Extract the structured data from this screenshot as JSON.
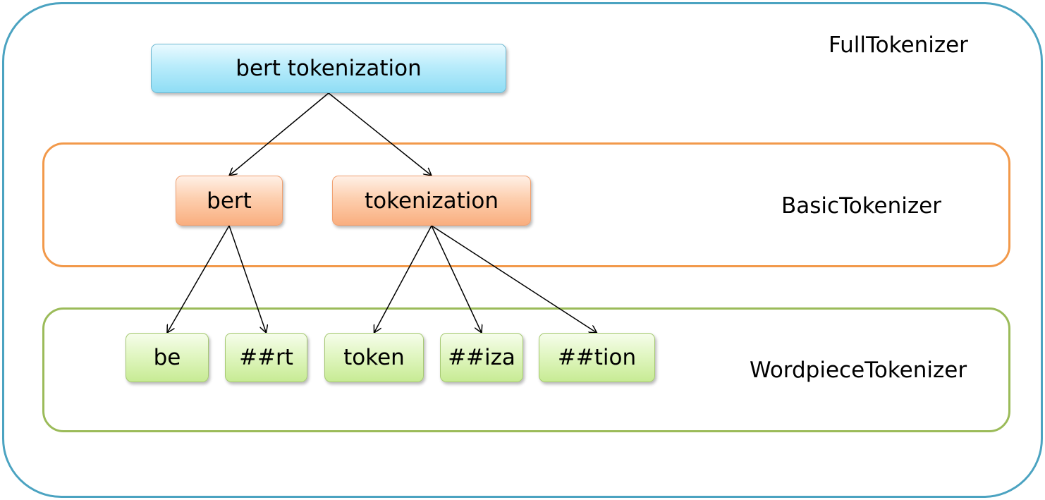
{
  "layers": {
    "full": "FullTokenizer",
    "basic": "BasicTokenizer",
    "wordpiece": "WordpieceTokenizer"
  },
  "nodes": {
    "root": "bert tokenization",
    "word_bert": "bert",
    "word_tokenization": "tokenization",
    "piece_be": "be",
    "piece_rt": "##rt",
    "piece_token": "token",
    "piece_iza": "##iza",
    "piece_tion": "##tion"
  },
  "edges": [
    [
      "root",
      "word_bert"
    ],
    [
      "root",
      "word_tokenization"
    ],
    [
      "word_bert",
      "piece_be"
    ],
    [
      "word_bert",
      "piece_rt"
    ],
    [
      "word_tokenization",
      "piece_token"
    ],
    [
      "word_tokenization",
      "piece_iza"
    ],
    [
      "word_tokenization",
      "piece_tion"
    ]
  ],
  "colors": {
    "full_border": "#4ba3c1",
    "basic_border": "#f2994a",
    "wordpiece_border": "#9bbb59"
  }
}
